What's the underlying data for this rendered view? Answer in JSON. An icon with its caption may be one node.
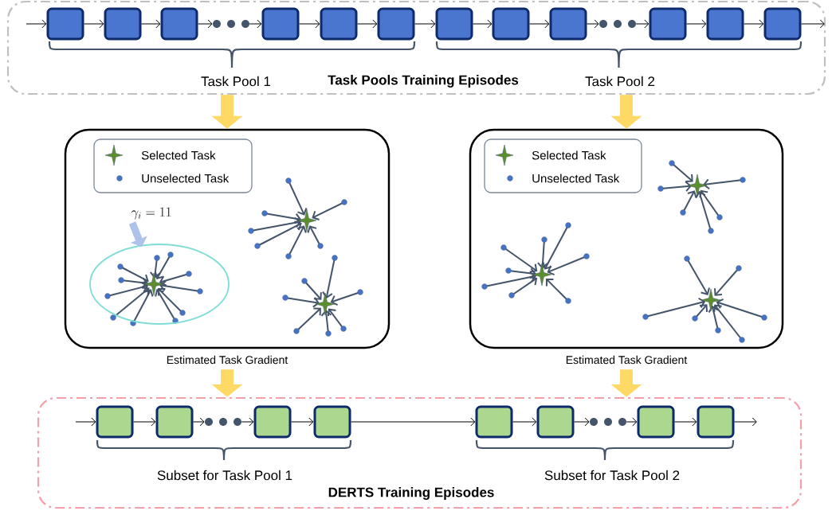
{
  "diagram": {
    "nodes": [
      {
        "text": [
          "Task Pools Training Episodes"
        ]
      },
      {
        "text": [],
        "shape": "box",
        "in": 0
      },
      {
        "text": [],
        "shape": "box",
        "in": 0
      },
      {
        "text": [],
        "shape": "box",
        "in": 0
      },
      {
        "text": [],
        "shape": "dots",
        "in": 0
      },
      {
        "text": [],
        "shape": "box",
        "in": 0
      },
      {
        "text": [],
        "shape": "box",
        "in": 0
      },
      {
        "text": [],
        "shape": "box",
        "in": 0
      },
      {
        "text": [],
        "shape": "box",
        "in": 0
      },
      {
        "text": [],
        "shape": "box",
        "in": 0
      },
      {
        "text": [],
        "shape": "box",
        "in": 0
      },
      {
        "text": [],
        "shape": "dots",
        "in": 0
      },
      {
        "text": [],
        "shape": "box",
        "in": 0
      },
      {
        "text": [],
        "shape": "box",
        "in": 0
      },
      {
        "text": [],
        "shape": "box",
        "in": 0
      },
      {
        "text": [],
        "shape": "box",
        "beside": [
          "Estimated Task Gradient"
        ]
      },
      {
        "text": [],
        "shape": "box",
        "beside": [
          "Estimated Task Gradient"
        ]
      },
      {
        "text": [
          "DERTS Training Episodes"
        ]
      },
      {
        "text": [],
        "shape": "box",
        "in": 17
      },
      {
        "text": [],
        "shape": "box",
        "in": 17
      },
      {
        "text": [],
        "shape": "dots",
        "in": 17
      },
      {
        "text": [],
        "shape": "box",
        "in": 17
      },
      {
        "text": [],
        "shape": "box",
        "in": 17
      },
      {
        "text": [],
        "shape": "box",
        "in": 17
      },
      {
        "text": [],
        "shape": "box",
        "in": 17
      },
      {
        "text": [],
        "shape": "dots",
        "in": 17
      },
      {
        "text": [],
        "shape": "box",
        "in": 17
      },
      {
        "text": [],
        "shape": "box",
        "in": 17
      }
    ],
    "edges": [
      {
        "from": null,
        "to": 1,
        "arrow": "to"
      },
      {
        "from": 1,
        "to": 2,
        "arrow": "to"
      },
      {
        "from": 2,
        "to": 3,
        "arrow": "to"
      },
      {
        "from": 3,
        "to": 4,
        "arrow": "to"
      },
      {
        "from": 4,
        "to": 5,
        "arrow": "to"
      },
      {
        "from": 5,
        "to": 6,
        "arrow": "to"
      },
      {
        "from": 6,
        "to": 7,
        "arrow": "to"
      },
      {
        "from": 7,
        "to": 8,
        "arrow": "to"
      },
      {
        "from": 8,
        "to": 9,
        "arrow": "to"
      },
      {
        "from": 9,
        "to": 10,
        "arrow": "to"
      },
      {
        "from": 10,
        "to": 11,
        "arrow": "to"
      },
      {
        "from": 11,
        "to": 12,
        "arrow": "to"
      },
      {
        "from": 12,
        "to": 13,
        "arrow": "to"
      },
      {
        "from": 13,
        "to": 14,
        "arrow": "to"
      },
      {
        "from": 14,
        "to": null,
        "arrow": "to"
      },
      {
        "from": 0,
        "to": 15,
        "arrow": "to",
        "style": "thick",
        "color": "#ffd966"
      },
      {
        "from": 0,
        "to": 16,
        "arrow": "to",
        "style": "thick",
        "color": "#ffd966"
      },
      {
        "from": 15,
        "to": 17,
        "arrow": "to",
        "style": "thick",
        "color": "#ffd966"
      },
      {
        "from": 16,
        "to": 17,
        "arrow": "to",
        "style": "thick",
        "color": "#ffd966"
      },
      {
        "from": null,
        "to": 18,
        "arrow": "to"
      },
      {
        "from": 18,
        "to": 19,
        "arrow": "to"
      },
      {
        "from": 19,
        "to": 20,
        "arrow": "to"
      },
      {
        "from": 20,
        "to": 21,
        "arrow": "to"
      },
      {
        "from": 21,
        "to": 22,
        "arrow": "to"
      },
      {
        "from": 22,
        "to": 23,
        "arrow": "to"
      },
      {
        "from": 23,
        "to": 24,
        "arrow": "to"
      },
      {
        "from": 24,
        "to": 25,
        "arrow": "to"
      },
      {
        "from": 25,
        "to": 26,
        "arrow": "to"
      },
      {
        "from": 26,
        "to": 27,
        "arrow": "to"
      },
      {
        "from": 27,
        "to": null,
        "arrow": "to"
      }
    ],
    "labels": [
      "Task Pool 1",
      "Task Pool 2",
      "\\gamma_i = 11",
      "Subset for Task Pool 1",
      "Subset for Task Pool 2"
    ],
    "legend": [
      {
        "text": "Selected Task"
      },
      {
        "text": "Unselected Task"
      },
      {
        "text": "Selected Task"
      },
      {
        "text": "Unselected Task"
      }
    ]
  }
}
